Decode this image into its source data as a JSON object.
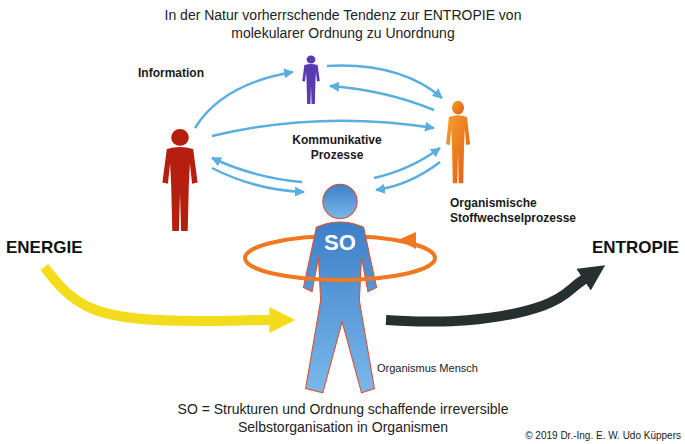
{
  "diagram": {
    "title": "In der Natur vorherrschende Tendenz zur ENTROPIE von molekularer Ordnung zu Unordnung",
    "caption": "SO = Strukturen und Ordnung schaffende irreversible Selbstorganisation in Organismen",
    "nodes": [
      {
        "text": [
          "ENERGIE"
        ]
      },
      {
        "text": [
          "SO",
          "Organismus Mensch"
        ]
      },
      {
        "text": [
          "ENTROPIE"
        ]
      }
    ],
    "edges": [
      {
        "from": 0,
        "to": 1,
        "arrow": "to"
      },
      {
        "from": 1,
        "to": 2,
        "arrow": "to"
      }
    ],
    "labels": [
      "Information",
      "Kommunikative Prozesse",
      "Organismische Stoffwechselprozesse",
      "© 2019 Dr.-Ing. E. W. Udo Küppers"
    ]
  }
}
